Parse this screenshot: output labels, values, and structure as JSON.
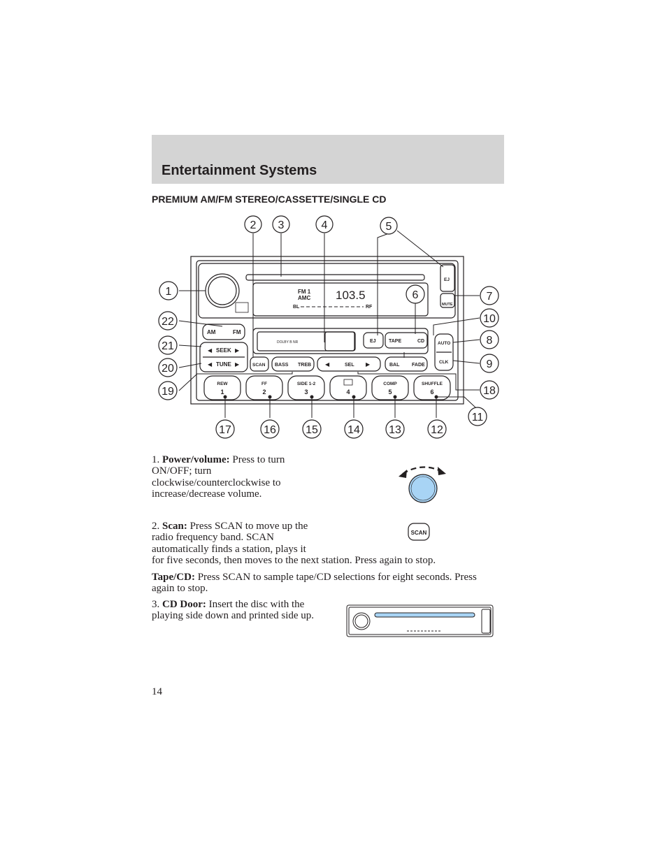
{
  "header": {
    "title": "Entertainment Systems"
  },
  "section": {
    "title": "PREMIUM AM/FM STEREO/CASSETTE/SINGLE CD"
  },
  "radio": {
    "display": {
      "band": "FM 1",
      "amc": "AMC",
      "frequency": "103.5",
      "bl": "BL",
      "rf": "RF"
    },
    "buttons": {
      "am": "AM",
      "fm": "FM",
      "seek": "SEEK",
      "tune": "TUNE",
      "scan": "SCAN",
      "bass": "BASS",
      "treb": "TREB",
      "sel": "SEL",
      "bal": "BAL",
      "fade": "FADE",
      "ej_left": "EJ",
      "tape": "TAPE",
      "cd": "CD",
      "auto": "AUTO",
      "clk": "CLK",
      "mute": "MUTE",
      "ej_right": "EJ",
      "dolby": "DOLBY B NR"
    },
    "presets": [
      {
        "top": "REW",
        "num": "1"
      },
      {
        "top": "FF",
        "num": "2"
      },
      {
        "top": "SIDE 1-2",
        "num": "3"
      },
      {
        "top": "",
        "num": "4"
      },
      {
        "top": "COMP",
        "num": "5"
      },
      {
        "top": "SHUFFLE",
        "num": "6"
      }
    ]
  },
  "callouts": [
    "1",
    "2",
    "3",
    "4",
    "5",
    "6",
    "7",
    "8",
    "9",
    "10",
    "11",
    "12",
    "13",
    "14",
    "15",
    "16",
    "17",
    "18",
    "19",
    "20",
    "21",
    "22"
  ],
  "items": {
    "power": {
      "num": "1.",
      "label": "Power/volume:",
      "text": "Press to turn ON/OFF; turn clockwise/counterclockwise to increase/decrease volume."
    },
    "scan": {
      "num": "2.",
      "label": "Scan:",
      "text_a": "Press SCAN to move up the radio frequency band. SCAN automatically finds a station, plays it",
      "text_b": "for five seconds, then moves to the next station. Press again to stop."
    },
    "tapecd": {
      "label": "Tape/CD:",
      "text": "Press SCAN to sample tape/CD selections for eight seconds. Press again to stop."
    },
    "cddoor": {
      "num": "3.",
      "label": "CD Door:",
      "text": "Insert the disc with the playing side down and printed side up."
    }
  },
  "scan_icon_label": "SCAN",
  "page_number": "14",
  "colors": {
    "header_band": "#d4d4d4",
    "knob_blue": "#a8d4f5",
    "slot_blue": "#a8d4f5"
  }
}
